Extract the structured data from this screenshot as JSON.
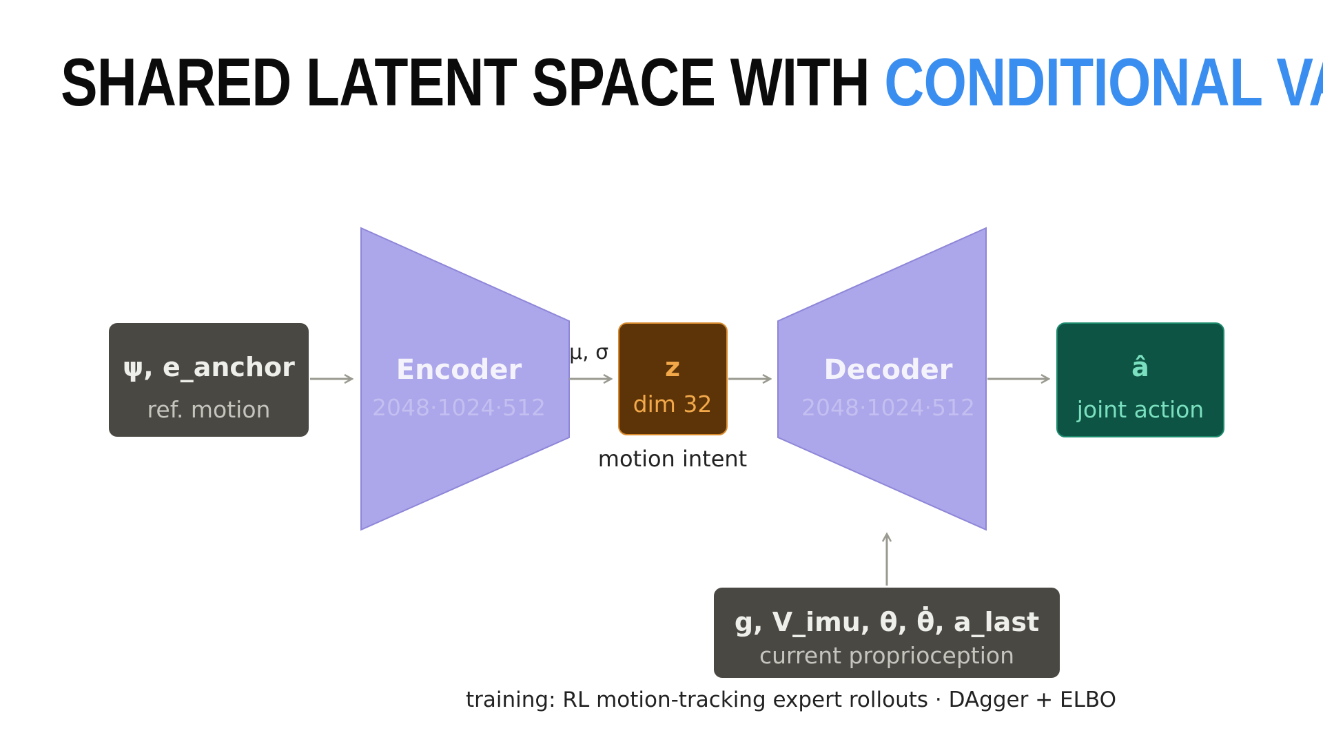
{
  "title": {
    "main": "SHARED LATENT SPACE WITH",
    "accent": "CONDITIONAL VAE"
  },
  "colors": {
    "accent": "#3a8ef0",
    "input_box": "#4a4843",
    "encoder_decoder": "#aca6ea",
    "latent_box": "#5c3408",
    "latent_text": "#f3a94a",
    "output_box": "#0d5444",
    "output_text": "#7be0bf",
    "arrow": "#9a9a90"
  },
  "diagram": {
    "input": {
      "title": "ψ, e_anchor",
      "subtitle": "ref. motion"
    },
    "encoder": {
      "title": "Encoder",
      "layers": "2048·1024·512"
    },
    "encoder_output_label": "μ, σ",
    "latent": {
      "title": "z",
      "subtitle": "dim 32",
      "caption": "motion intent"
    },
    "decoder": {
      "title": "Decoder",
      "layers": "2048·1024·512"
    },
    "output": {
      "title": "â",
      "subtitle": "joint action"
    },
    "condition": {
      "title": "g, V_imu, θ, θ̇, a_last",
      "subtitle": "current proprioception"
    },
    "footer": "training: RL motion-tracking expert rollouts · DAgger + ELBO"
  }
}
